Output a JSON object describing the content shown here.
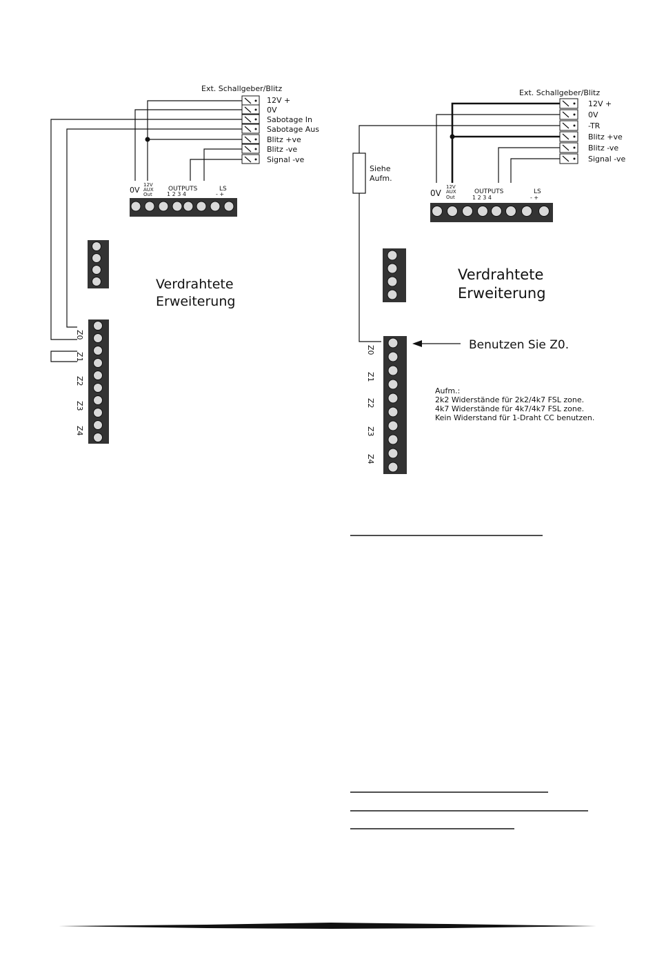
{
  "left_diagram": {
    "siren_title": "Ext. Schallgeber/Blitz",
    "siren_terminals": [
      "12V +",
      "0V",
      "Sabotage In",
      "Sabotage Aus",
      "Blitz +ve",
      "Blitz -ve",
      "Signal -ve"
    ],
    "header_labels": {
      "ov": "0V",
      "aux_line1": "12V",
      "aux_line2": "AUX",
      "aux_line3": "Out",
      "outputs": "OUTPUTS",
      "outputs_nums": "1  2  3  4",
      "ls": "LS",
      "ls_signs": "-   +"
    },
    "expansion_line1": "Verdrahtete",
    "expansion_line2": "Erweiterung",
    "zones": [
      "Z0",
      "Z1",
      "Z2",
      "Z3",
      "Z4"
    ]
  },
  "right_diagram": {
    "siren_title": "Ext. Schallgeber/Blitz",
    "siren_terminals": [
      "12V +",
      "0V",
      "-TR",
      "Blitz +ve",
      "Blitz -ve",
      "Signal -ve"
    ],
    "header_labels": {
      "ov": "0V",
      "aux_line1": "12V",
      "aux_line2": "AUX",
      "aux_line3": "Out",
      "outputs": "OUTPUTS",
      "outputs_nums": "1  2  3  4",
      "ls": "LS",
      "ls_signs": "-   +"
    },
    "resistor_line1": "Siehe",
    "resistor_line2": "Aufm.",
    "expansion_line1": "Verdrahtete",
    "expansion_line2": "Erweiterung",
    "zones": [
      "Z0",
      "Z1",
      "Z2",
      "Z3",
      "Z4"
    ],
    "arrow_label": "Benutzen Sie Z0.",
    "note_lines": [
      "Aufm.:",
      "2k2 Widerstände für 2k2/4k7 FSL zone.",
      "4k7 Widerstände für 4k7/4k7 FSL zone.",
      "Kein Widerstand für 1-Draht CC benutzen."
    ]
  },
  "colors": {
    "ink": "#111111",
    "block": "#333333",
    "screw": "#d9d9d9"
  }
}
